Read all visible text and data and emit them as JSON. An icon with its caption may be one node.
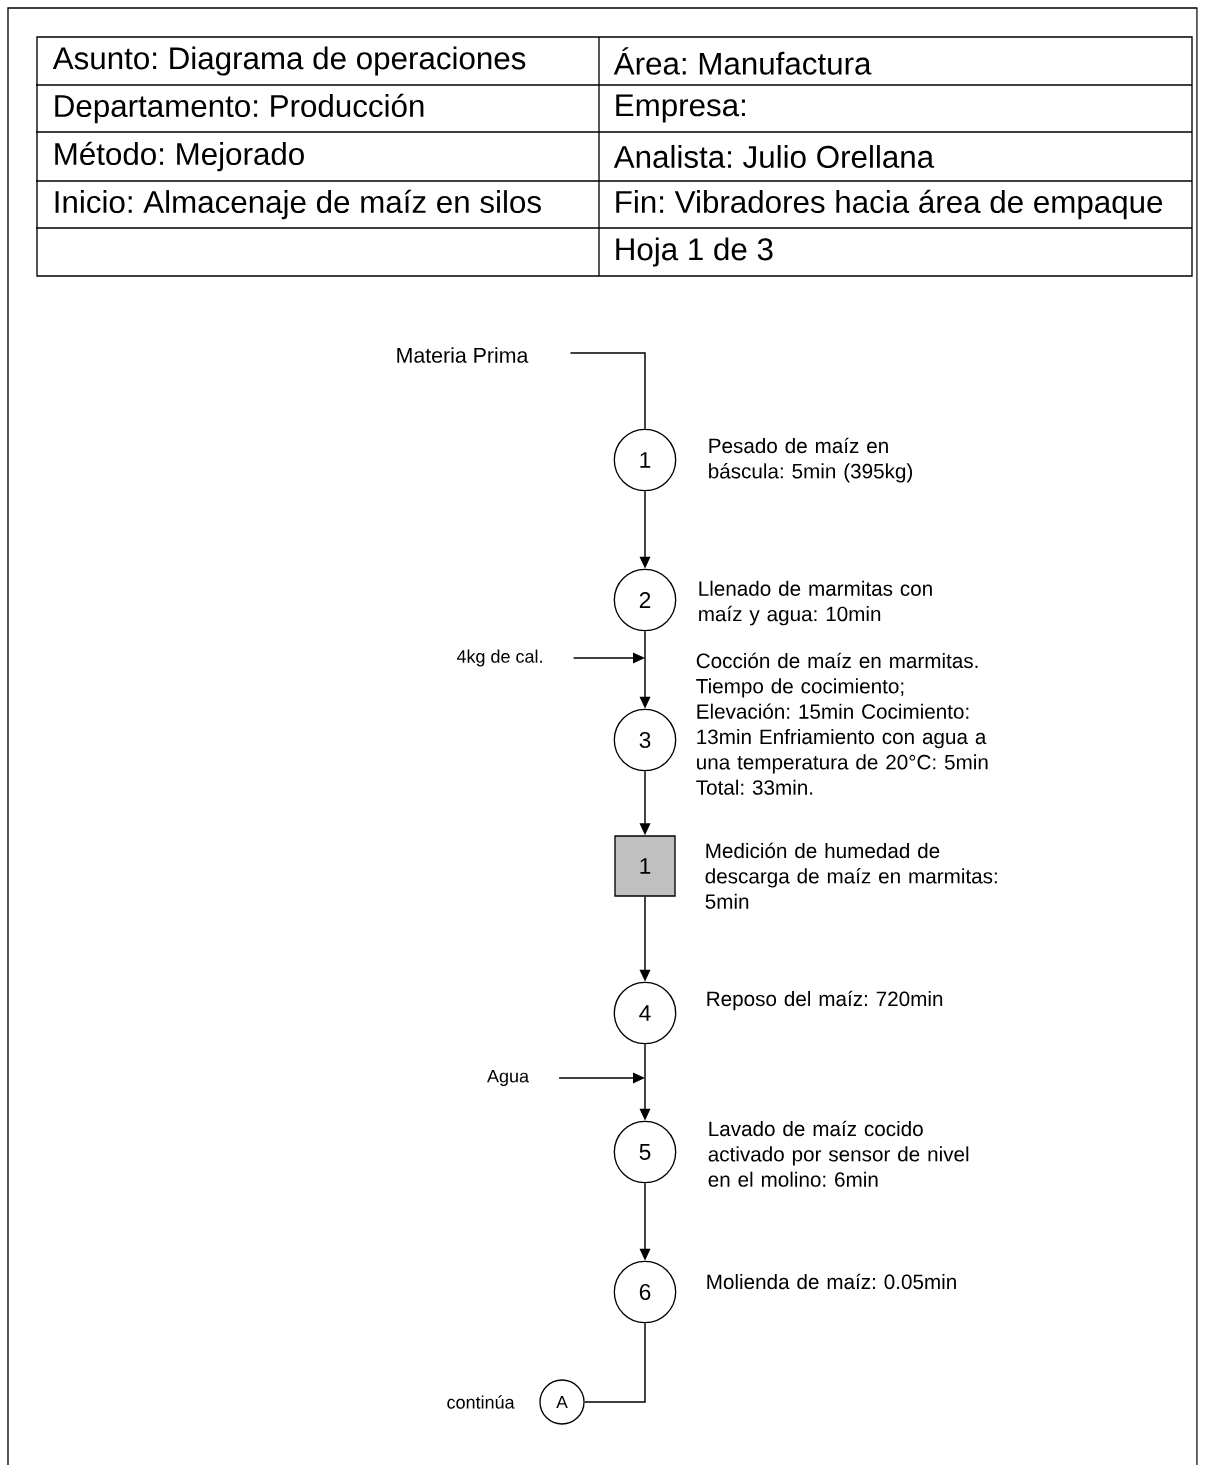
{
  "diagram": {
    "nodes": [
      {
        "text": [
          "Materia Prima"
        ]
      },
      {
        "text": [
          "1"
        ],
        "beside": [
          "Pesado de maíz en báscula: 5min (395kg)"
        ]
      },
      {
        "text": [
          "2"
        ],
        "beside": [
          "Llenado de marmitas con maíz y agua: 10min"
        ]
      },
      {
        "text": [
          "4kg de cal."
        ]
      },
      {
        "text": [
          "3"
        ],
        "beside": [
          "Cocción de maíz en marmitas. Tiempo de cocimiento; Elevación: 15min Cocimiento: 13min Enfriamiento con agua a una temperatura de 20°C: 5min Total: 33min."
        ]
      },
      {
        "text": [
          "1"
        ],
        "beside": [
          "Medición de humedad de descarga de maíz en marmitas: 5min"
        ]
      },
      {
        "text": [
          "4"
        ],
        "beside": [
          "Reposo del maíz: 720min"
        ]
      },
      {
        "text": [
          "Agua"
        ]
      },
      {
        "text": [
          "5"
        ],
        "beside": [
          "Lavado de maíz cocido activado por sensor de nivel en el molino: 6min"
        ]
      },
      {
        "text": [
          "6"
        ],
        "beside": [
          "Molienda de maíz: 0.05min"
        ]
      },
      {
        "text": [
          "A"
        ],
        "beside": [
          "continúa"
        ]
      }
    ],
    "edges": [
      {
        "from": 0,
        "to": 1,
        "arrow": "none"
      },
      {
        "from": 1,
        "to": 2,
        "arrow": "to"
      },
      {
        "from": 3,
        "to": null,
        "arrow": "to"
      },
      {
        "from": 2,
        "to": 4,
        "arrow": "to"
      },
      {
        "from": 4,
        "to": 5,
        "arrow": "to"
      },
      {
        "from": 5,
        "to": 6,
        "arrow": "to"
      },
      {
        "from": 7,
        "to": null,
        "arrow": "to"
      },
      {
        "from": 6,
        "to": 8,
        "arrow": "to"
      },
      {
        "from": 8,
        "to": 9,
        "arrow": "to"
      },
      {
        "from": 9,
        "to": 10,
        "arrow": "none"
      }
    ],
    "labels": [
      "Asunto: Diagrama de operaciones",
      "Área: Manufactura",
      "Departamento: Producción",
      "Empresa:",
      "Método: Mejorado",
      "Analista: Julio Orellana",
      "Inicio: Almacenaje de maíz en silos",
      "Fin: Vibradores hacia área de empaque",
      "Hoja 1 de 3"
    ]
  }
}
